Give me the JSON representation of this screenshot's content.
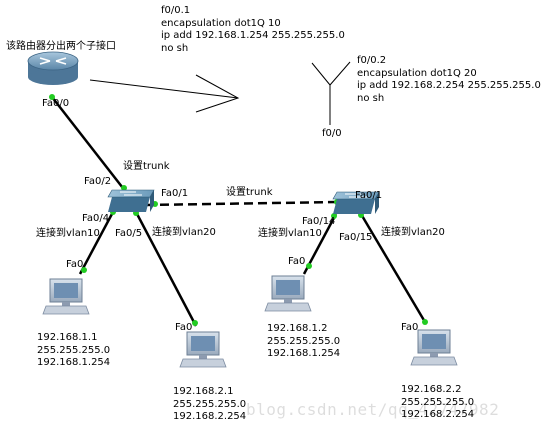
{
  "router": {
    "note": "该路由器分出两个子接口",
    "port": "Fa0/0"
  },
  "subif1": {
    "lines": [
      "f0/0.1",
      "encapsulation dot1Q 10",
      "ip add 192.168.1.254 255.255.255.0",
      "no sh"
    ]
  },
  "subif2": {
    "lines": [
      "f0/0.2",
      "encapsulation dot1Q 20",
      "ip add 192.168.2.254 255.255.255.0",
      "no sh"
    ]
  },
  "physical_if": "f0/0",
  "links": {
    "router_sw1_trunk": "设置trunk",
    "sw1_sw2_trunk": "设置trunk"
  },
  "switch1": {
    "ports": {
      "up": "Fa0/2",
      "right": "Fa0/1",
      "left": "Fa0/4",
      "down": "Fa0/5"
    },
    "vlan_left": "连接到vlan10",
    "vlan_right": "连接到vlan20"
  },
  "switch2": {
    "ports": {
      "up": "Fa0/1",
      "left": "Fa0/14",
      "down": "Fa0/15"
    },
    "vlan_left": "连接到vlan10",
    "vlan_right": "连接到vlan20"
  },
  "pcs": [
    {
      "port": "Fa0",
      "ip": "192.168.1.1",
      "mask": "255.255.255.0",
      "gw": "192.168.1.254"
    },
    {
      "port": "Fa0",
      "ip": "192.168.2.1",
      "mask": "255.255.255.0",
      "gw": "192.168.2.254"
    },
    {
      "port": "Fa0",
      "ip": "192.168.1.2",
      "mask": "255.255.255.0",
      "gw": "192.168.1.254"
    },
    {
      "port": "Fa0",
      "ip": "192.168.2.2",
      "mask": "255.255.255.0",
      "gw": "192.168.2.254"
    }
  ],
  "watermark": "blog.csdn.net/qq_42747982",
  "colors": {
    "cable": "#000000",
    "link_up": "#22cc22",
    "router_body": "#7fa6c4",
    "switch_body": "#6f9fbd",
    "pc_body": "#b8c6d6"
  }
}
